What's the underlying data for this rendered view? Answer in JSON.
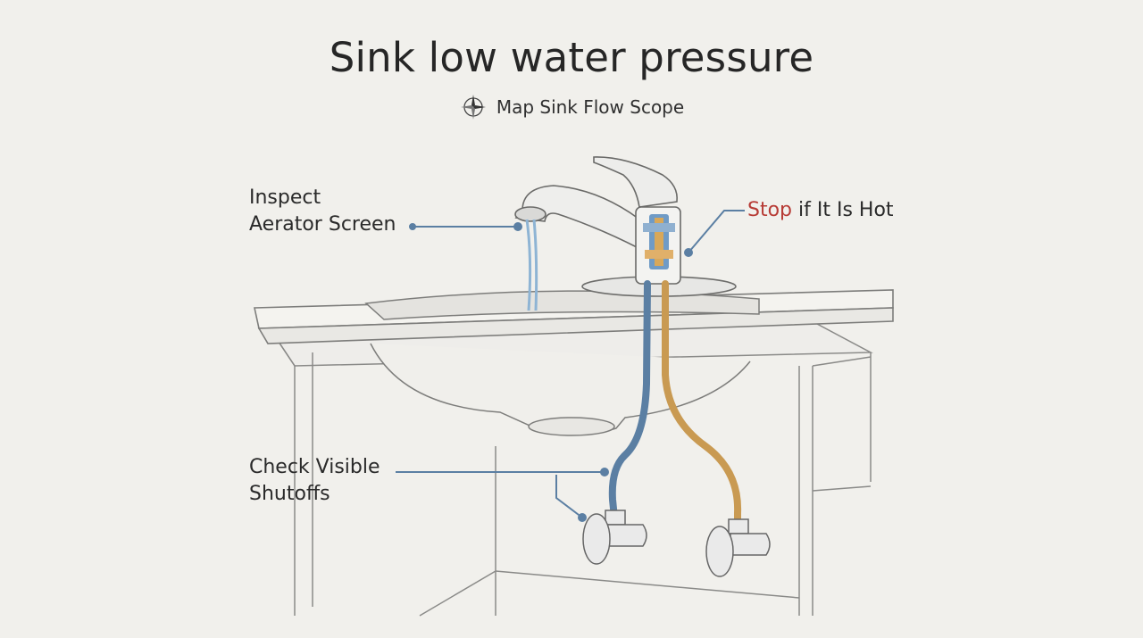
{
  "title": "Sink low water pressure",
  "subtitle": {
    "text": "Map Sink Flow Scope",
    "icon": "compass-icon"
  },
  "callouts": {
    "aerator": {
      "line1": "Inspect",
      "line2": "Aerator Screen"
    },
    "shutoffs": {
      "line1": "Check Visible",
      "line2": "Shutoffs"
    },
    "hot": {
      "emphasis": "Stop",
      "rest": " if It Is Hot"
    }
  },
  "colors": {
    "background": "#f1f0ec",
    "cold_line": "#5b7fa3",
    "hot_line": "#c99a52",
    "warning": "#b73b35"
  }
}
